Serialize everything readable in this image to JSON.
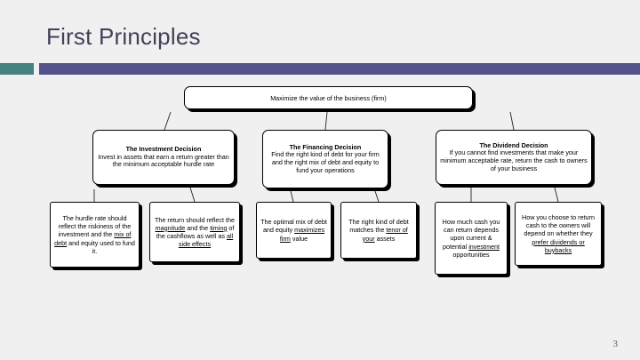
{
  "slide": {
    "title": "First Principles",
    "page_number": "3",
    "colors": {
      "background": "#f0f0f0",
      "title_text": "#41415a",
      "accent_block": "#448180",
      "header_bar": "#53538a",
      "box_fill": "#ffffff",
      "box_border": "#000000"
    }
  },
  "diagram": {
    "goal": {
      "id": "maximize-value",
      "text": "Maximize the value of the business (firm)"
    },
    "decisions": [
      {
        "id": "investment-decision",
        "title": "The Investment Decision",
        "body": "Invest in assets that earn a return greater than the minimum acceptable hurdle rate"
      },
      {
        "id": "financing-decision",
        "title": "The Financing Decision",
        "body": "Find the right kind of debt for your firm and the right mix of debt and equity to fund your operations"
      },
      {
        "id": "dividend-decision",
        "title": "The Dividend Decision",
        "body": "If you cannot find investments that make your minimum acceptable rate, return the cash to owners of your business"
      }
    ],
    "details": [
      {
        "id": "hurdle-rate",
        "parent": "investment-decision",
        "text": "The hurdle rate should reflect the riskiness of the investment and the mix of debt and equity used to fund it.",
        "underlined": [
          "mix of debt"
        ]
      },
      {
        "id": "return-measure",
        "parent": "investment-decision",
        "text": "The return should reflect the magnitude and the timing of the cashflows as well as all side effects",
        "underlined": [
          "magnitude",
          "timing",
          "all side effects"
        ]
      },
      {
        "id": "optimal-mix",
        "parent": "financing-decision",
        "text": "The optimal mix of debt and equity maximizes firm value",
        "underlined": [
          "maximizes firm"
        ]
      },
      {
        "id": "right-kind-of-debt",
        "parent": "financing-decision",
        "text": "The right kind of debt matches the tenor of your assets",
        "underlined": [
          "tenor of your"
        ]
      },
      {
        "id": "how-much-cash",
        "parent": "dividend-decision",
        "text": "How much cash you can return depends upon current & potential investment opportunities",
        "underlined": [
          "investment"
        ]
      },
      {
        "id": "how-to-return-cash",
        "parent": "dividend-decision",
        "text": "How you choose to return cash to the owners will depend on whether they prefer dividends or buybacks",
        "underlined": [
          "prefer dividends or buybacks"
        ]
      }
    ]
  }
}
